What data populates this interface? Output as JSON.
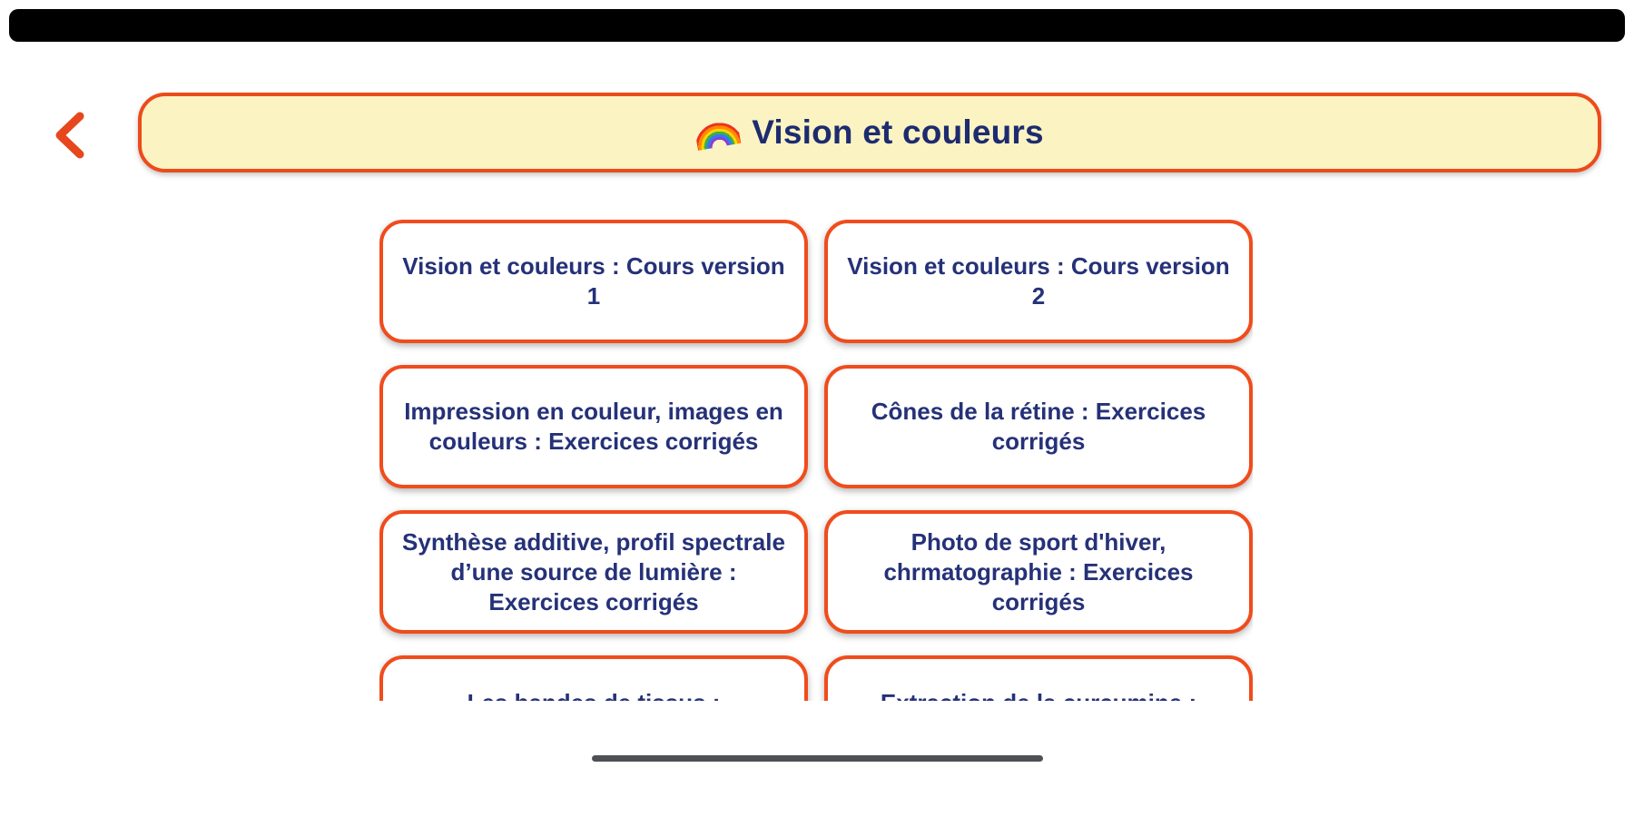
{
  "header": {
    "title": "Vision et couleurs",
    "title_icon": "rainbow-icon",
    "back_icon": "chevron-left-icon"
  },
  "menu": {
    "items": [
      {
        "label": "Vision et couleurs : Cours version 1"
      },
      {
        "label": "Vision et couleurs : Cours version 2"
      },
      {
        "label": "Impression en couleur, images en couleurs : Exercices corrigés"
      },
      {
        "label": "Cônes de la rétine : Exercices corrigés"
      },
      {
        "label": "Synthèse additive, profil spectrale d’une source de lumière : Exercices corrigés"
      },
      {
        "label": "Photo de sport d'hiver, chrmatographie : Exercices corrigés"
      },
      {
        "label": "Les bandes de tissus :",
        "clipped": true
      },
      {
        "label": "Extraction de la curcumine :",
        "clipped": true
      }
    ]
  },
  "colors": {
    "accent_border": "#F04C1C",
    "banner_background": "#FBF3C2",
    "banner_text": "#1D2B70",
    "button_text": "#253178",
    "back_chevron": "#E6471D",
    "status_bar": "#000000",
    "home_indicator": "#4E5054"
  }
}
